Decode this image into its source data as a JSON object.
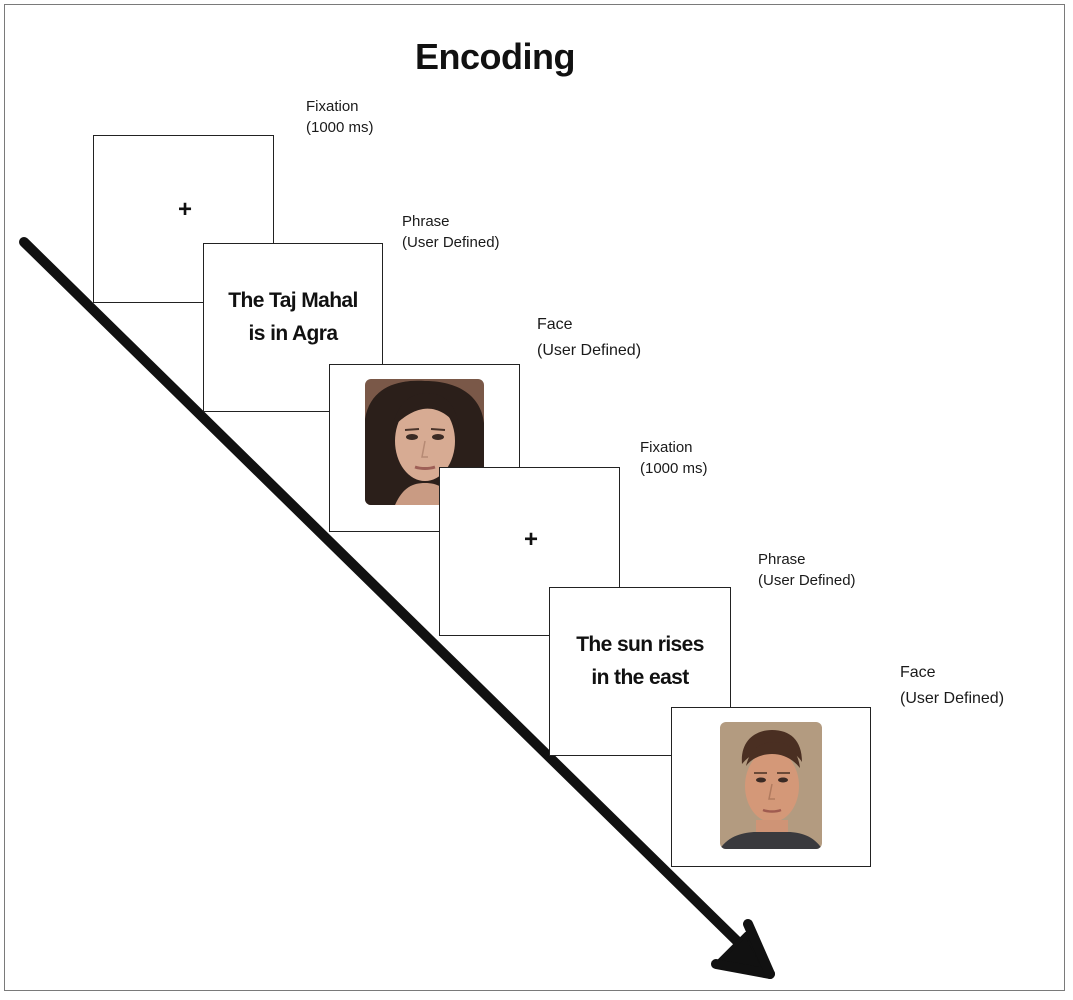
{
  "title": "Encoding",
  "screens": [
    {
      "kind": "fixation",
      "symbol": "+",
      "label": "Fixation",
      "sublabel": "(1000 ms)"
    },
    {
      "kind": "phrase",
      "lines": [
        "The Taj Mahal",
        "is in Agra"
      ],
      "label": "Phrase",
      "sublabel": "(User Defined)"
    },
    {
      "kind": "face",
      "face_icon": "female-face-photo-icon",
      "label": "Face",
      "sublabel": "(User Defined)"
    },
    {
      "kind": "fixation",
      "symbol": "+",
      "label": "Fixation",
      "sublabel": "(1000 ms)"
    },
    {
      "kind": "phrase",
      "lines": [
        "The sun rises",
        "in the east"
      ],
      "label": "Phrase",
      "sublabel": "(User Defined)"
    },
    {
      "kind": "face",
      "face_icon": "male-face-photo-icon",
      "label": "Face",
      "sublabel": "(User Defined)"
    }
  ],
  "arrow_icon": "timeline-arrow-icon",
  "colors": {
    "stroke": "#111111",
    "female_face_bg": "#7a5848",
    "male_face_bg": "#b39b80"
  }
}
